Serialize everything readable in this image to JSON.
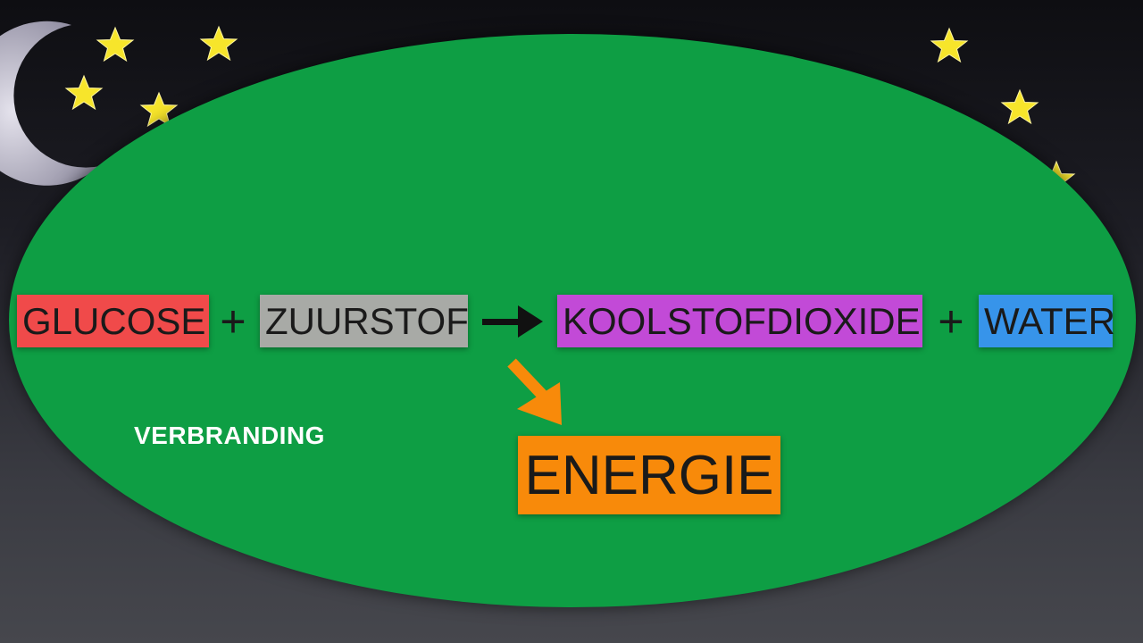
{
  "equation": {
    "reactants": [
      "GLUCOSE",
      "ZUURSTOF"
    ],
    "products": [
      "KOOLSTOFDIOXIDE",
      "WATER"
    ],
    "plus_symbol": "+",
    "energy": "ENERGIE"
  },
  "process_label": "VERBRANDING",
  "colors": {
    "glucose": "#f04a4a",
    "zuurstof": "#a8aaa6",
    "koolstofdioxide": "#c24ad7",
    "water": "#3794ea",
    "energie": "#f88a0a",
    "ellipse": "#0e9e44",
    "star": "#f7e52b",
    "moon": "#c7c4d2"
  },
  "icons": [
    "moon-icon",
    "star-icon",
    "right-arrow-icon",
    "down-right-arrow-icon"
  ]
}
